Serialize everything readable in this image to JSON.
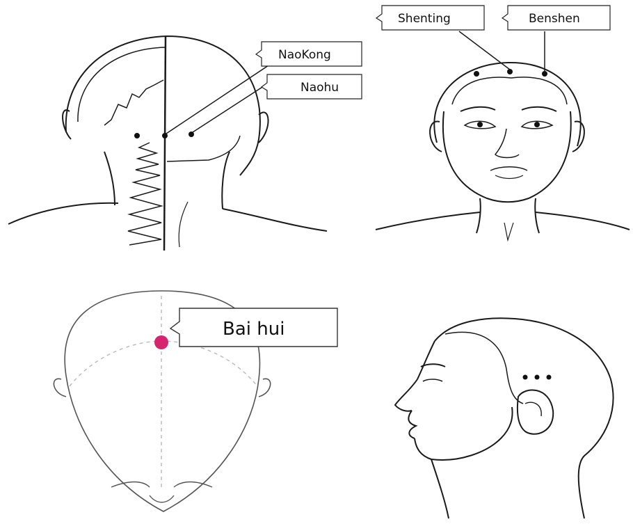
{
  "panels": {
    "back_of_head": {
      "labels": {
        "naokong": "NaoKong",
        "naohu": "Naohu"
      }
    },
    "front_face": {
      "labels": {
        "shenting": "Shenting",
        "benshen": "Benshen"
      }
    },
    "top_of_head": {
      "labels": {
        "bai_hui": "Bai hui"
      },
      "point_color": "#d6246e"
    },
    "side_profile": {
      "marked_points": 3
    }
  },
  "colors": {
    "line": "#1a1a1a",
    "guide": "#b8b8b8",
    "acupoint_highlight": "#d6246e"
  }
}
